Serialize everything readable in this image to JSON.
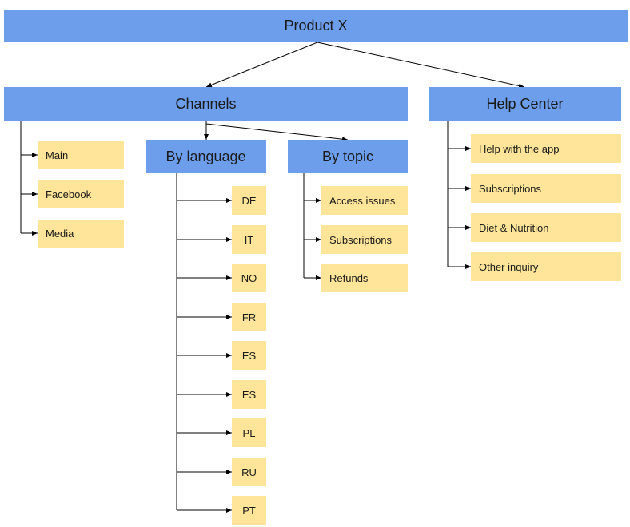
{
  "root": {
    "label": "Product X"
  },
  "channels": {
    "label": "Channels",
    "items": [
      "Main",
      "Facebook",
      "Media"
    ]
  },
  "by_language": {
    "label": "By language",
    "items": [
      "DE",
      "IT",
      "NO",
      "FR",
      "ES",
      "ES",
      "PL",
      "RU",
      "PT"
    ]
  },
  "by_topic": {
    "label": "By topic",
    "items": [
      "Access issues",
      "Subscriptions",
      "Refunds"
    ]
  },
  "help_center": {
    "label": "Help Center",
    "items": [
      "Help with the app",
      "Subscriptions",
      "Diet & Nutrition",
      "Other inquiry"
    ]
  },
  "colors": {
    "blue_box": "#6d9eeb",
    "yellow_box": "#ffe599",
    "connector": "#000000"
  }
}
